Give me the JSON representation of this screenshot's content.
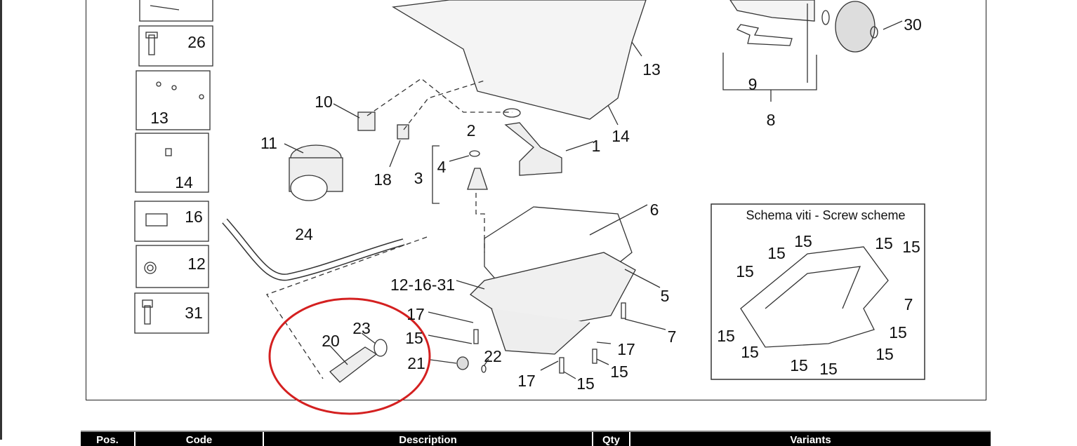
{
  "diagram": {
    "callouts": [
      "26",
      "13",
      "14",
      "16",
      "12",
      "31",
      "10",
      "11",
      "18",
      "3",
      "4",
      "2",
      "1",
      "14",
      "13",
      "9",
      "8",
      "30",
      "6",
      "5",
      "7",
      "12-16-31",
      "17",
      "15",
      "23",
      "20",
      "21",
      "22",
      "17",
      "15",
      "17",
      "15",
      "24"
    ],
    "screw_scheme": {
      "title": "Schema viti - Screw scheme",
      "callouts": [
        "15",
        "15",
        "15",
        "15",
        "15",
        "7",
        "15",
        "15",
        "15",
        "15",
        "15",
        "15"
      ]
    },
    "highlight_color": "#d42020"
  },
  "table": {
    "headers": [
      "Pos.",
      "Code",
      "Description",
      "Qty",
      "Variants"
    ]
  }
}
